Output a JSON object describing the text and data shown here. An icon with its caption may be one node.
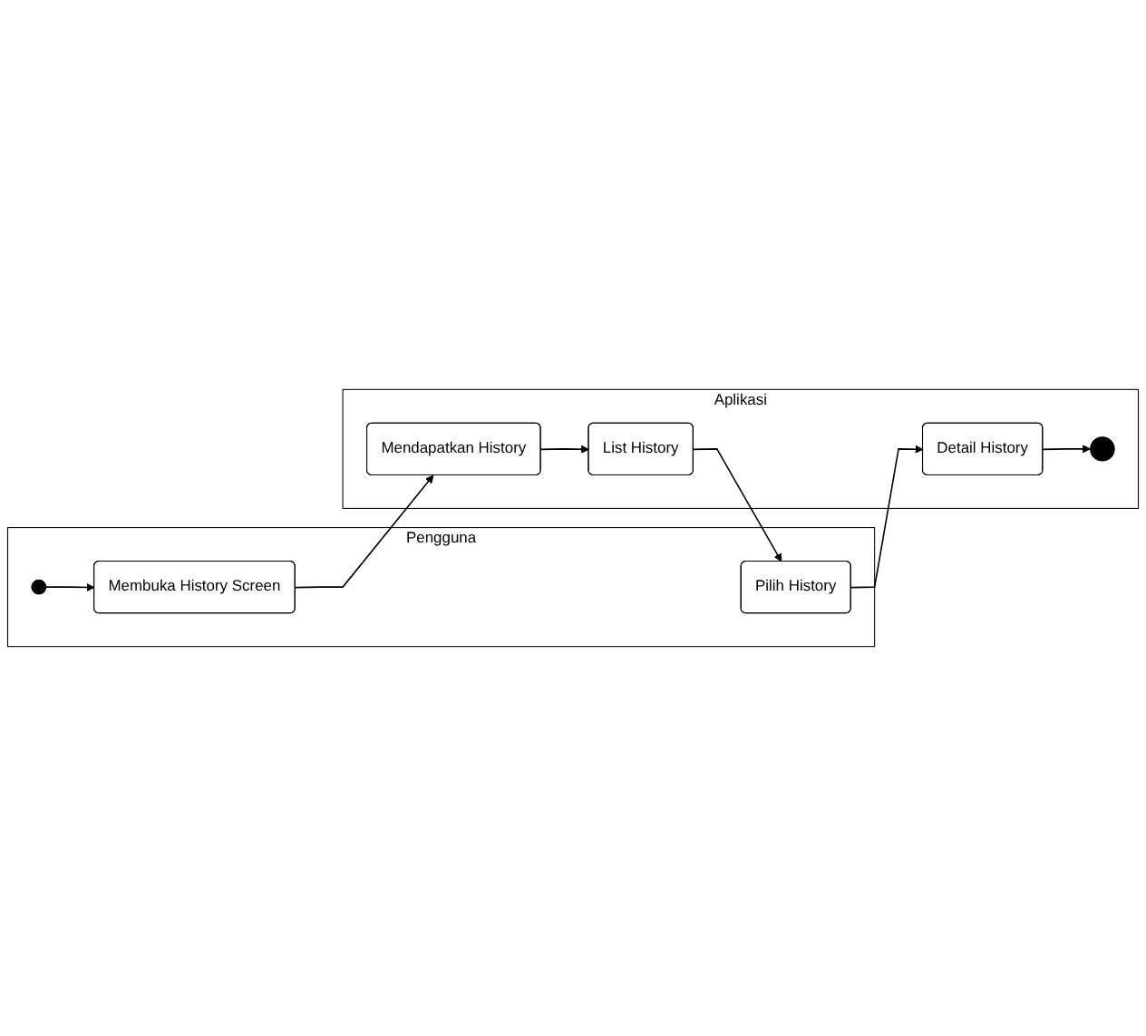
{
  "diagram": {
    "nodes": [
      {
        "text": [
          "Pengguna"
        ]
      },
      {
        "text": [
          "Aplikasi"
        ]
      },
      {
        "text": [],
        "shape": "circle",
        "in": 0
      },
      {
        "text": [
          "Membuka History Screen"
        ],
        "in": 0
      },
      {
        "text": [
          "Mendapatkan History"
        ],
        "in": 1
      },
      {
        "text": [
          "List History"
        ],
        "in": 1
      },
      {
        "text": [
          "Pilih History"
        ],
        "in": 0
      },
      {
        "text": [
          "Detail History"
        ],
        "in": 1
      },
      {
        "text": [],
        "shape": "bullseye",
        "in": 1
      }
    ],
    "edges": [
      {
        "from": 2,
        "to": 3,
        "arrow": "to"
      },
      {
        "from": 3,
        "to": 4,
        "arrow": "to"
      },
      {
        "from": 4,
        "to": 5,
        "arrow": "to"
      },
      {
        "from": 5,
        "to": 6,
        "arrow": "to"
      },
      {
        "from": 6,
        "to": 7,
        "arrow": "to"
      },
      {
        "from": 7,
        "to": 8,
        "arrow": "to"
      }
    ]
  }
}
